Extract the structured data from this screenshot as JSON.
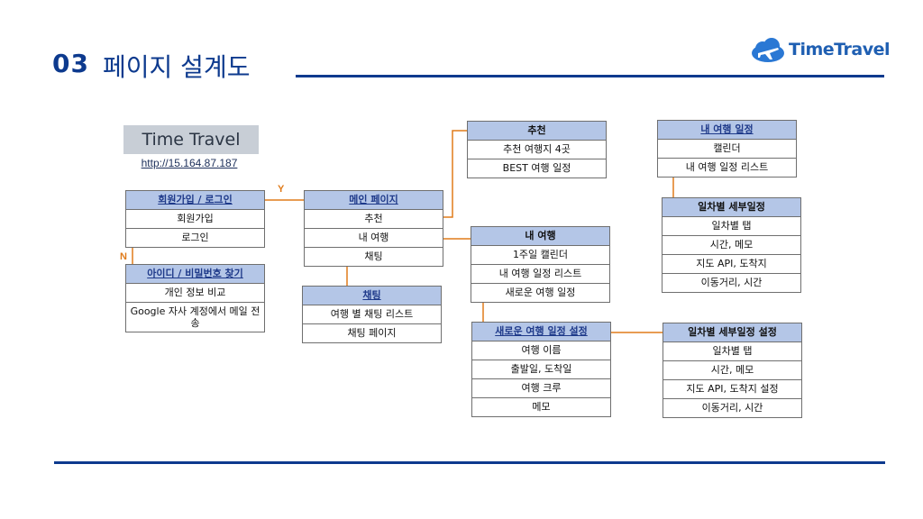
{
  "slide": {
    "number": "03",
    "title": "페이지 설계도"
  },
  "logo": {
    "text": "TimeTravel",
    "icon": "airplane-cloud-icon"
  },
  "site": {
    "name": "Time Travel",
    "url": "http://15.164.87.187"
  },
  "colors": {
    "title": "#0d3a8e",
    "header_fill": "#b4c6e7",
    "connector": "#e07b1a",
    "logo": "#1f5fb2"
  },
  "labels": {
    "yes": "Y",
    "no": "N"
  },
  "boxes": {
    "login": {
      "header": "회원가입 / 로그인",
      "rows": [
        "회원가입",
        "로그인"
      ]
    },
    "find_id": {
      "header": "아이디 / 비밀번호 찾기",
      "rows": [
        "개인 정보 비교",
        "Google 자사 계정에서 메일 전송"
      ]
    },
    "main": {
      "header": "메인 페이지",
      "rows": [
        "추천",
        "내 여행",
        "채팅"
      ]
    },
    "chat": {
      "header": "채팅",
      "rows": [
        "여행 별 채팅 리스트",
        "채팅 페이지"
      ]
    },
    "recommend": {
      "header": "추천",
      "rows": [
        "추천 여행지 4곳",
        "BEST 여행 일정"
      ]
    },
    "my_trip": {
      "header": "내 여행",
      "rows": [
        "1주일 캘린더",
        "내 여행 일정 리스트",
        "새로운 여행 일정"
      ]
    },
    "new_trip": {
      "header": "새로운 여행 일정 설정",
      "rows": [
        "여행 이름",
        "출발일, 도착일",
        "여행 크루",
        "메모"
      ]
    },
    "my_schedule": {
      "header": "내 여행 일정",
      "rows": [
        "캘린더",
        "내 여행 일정 리스트"
      ]
    },
    "daily_detail": {
      "header": "일차별 세부일정",
      "rows": [
        "일차별 탭",
        "시간, 메모",
        "지도 API, 도착지",
        "이동거리, 시간"
      ]
    },
    "daily_setting": {
      "header": "일차별 세부일정 설정",
      "rows": [
        "일차별 탭",
        "시간, 메모",
        "지도 API, 도착지 설정",
        "이동거리, 시간"
      ]
    }
  }
}
